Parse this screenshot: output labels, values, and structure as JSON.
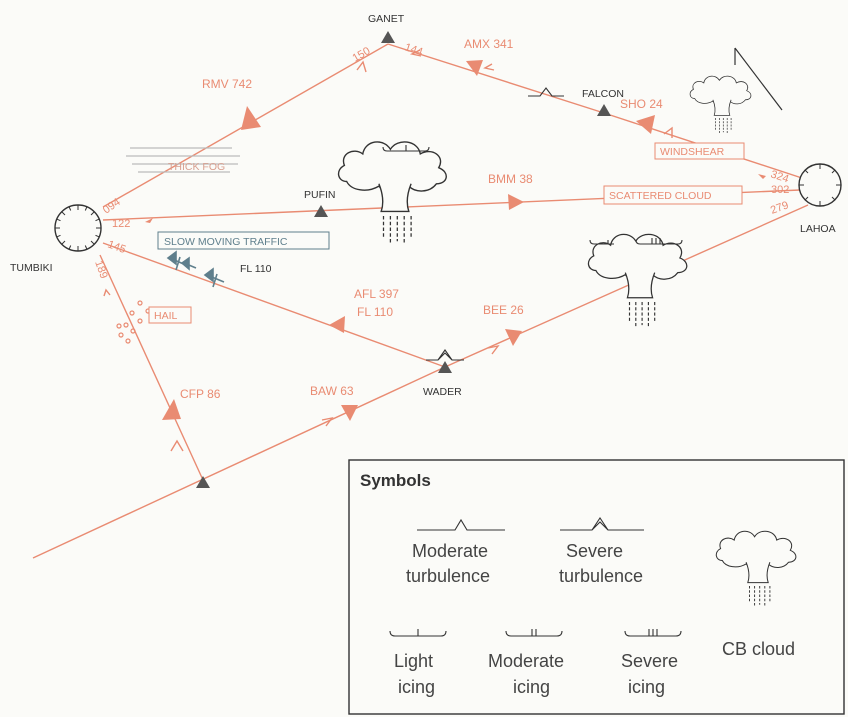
{
  "colors": {
    "route": "#e98b72",
    "traffic": "#5f7f8c",
    "ink": "#333333",
    "background": "#fbfbf8"
  },
  "airports": {
    "tumbiki": "TUMBIKI",
    "lahoa": "LAHOA"
  },
  "waypoints": {
    "ganet": "GANET",
    "falcon": "FALCON",
    "pufin": "PUFIN",
    "wader": "WADER"
  },
  "flights": {
    "rmv": "RMV 742",
    "amx": "AMX 341",
    "sho": "SHO 24",
    "bmm": "BMM 38",
    "afl": "AFL 397",
    "afl_level": "FL 110",
    "bee": "BEE 26",
    "cfp": "CFP 86",
    "baw": "BAW 63",
    "traffic_level": "FL 110"
  },
  "headings": {
    "h094": "094",
    "h122": "122",
    "h145": "145",
    "h189": "189",
    "h150": "150",
    "h144": "144",
    "h324": "324",
    "h302": "302",
    "h279": "279"
  },
  "hazards": {
    "thick_fog": "THICK FOG",
    "slow_traffic": "SLOW MOVING TRAFFIC",
    "hail": "HAIL",
    "windshear": "WINDSHEAR",
    "scattered_cloud": "SCATTERED CLOUD"
  },
  "legend": {
    "title": "Symbols",
    "mod_turb_1": "Moderate",
    "mod_turb_2": "turbulence",
    "sev_turb_1": "Severe",
    "sev_turb_2": "turbulence",
    "cb_cloud": "CB cloud",
    "light_icing_1": "Light",
    "light_icing_2": "icing",
    "mod_icing_1": "Moderate",
    "mod_icing_2": "icing",
    "sev_icing_1": "Severe",
    "sev_icing_2": "icing"
  }
}
